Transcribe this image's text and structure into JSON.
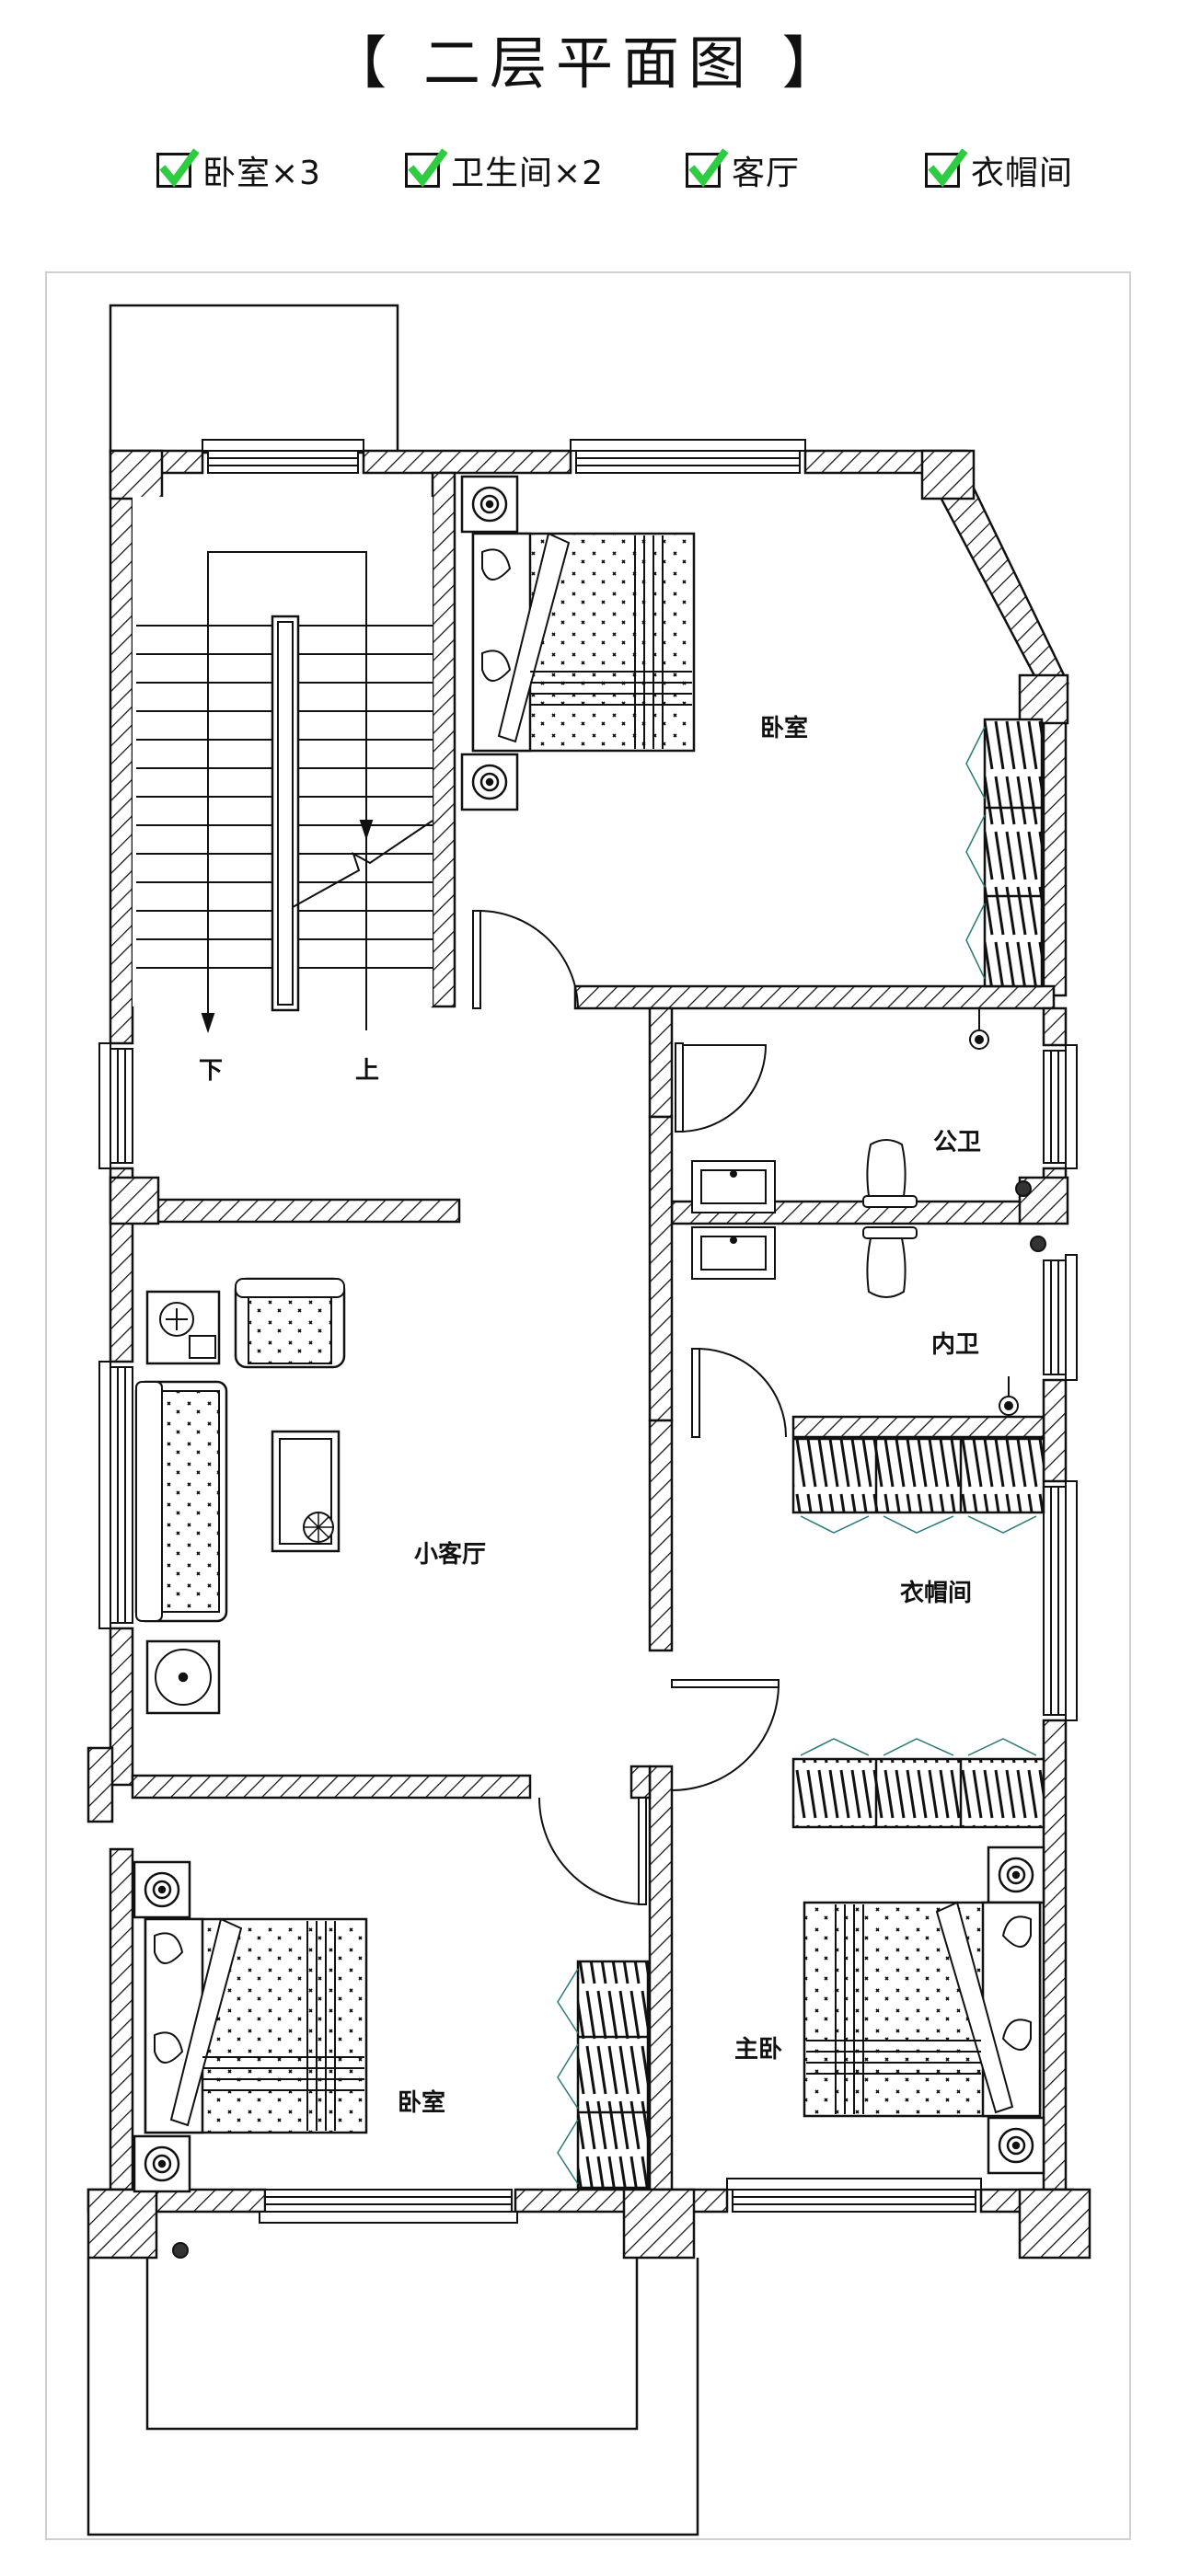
{
  "title": "【 二层平面图 】",
  "features": [
    {
      "label": "卧室×3",
      "checked": true
    },
    {
      "label": "卫生间×2",
      "checked": true
    },
    {
      "label": "客厅",
      "checked": true
    },
    {
      "label": "衣帽间",
      "checked": true
    }
  ],
  "check_color": "#2ecc40",
  "rooms": {
    "bedroom_top": "卧室",
    "public_bath": "公卫",
    "inner_bath": "内卫",
    "living": "小客厅",
    "closet": "衣帽间",
    "master": "主卧",
    "bedroom_bottom": "卧室"
  },
  "stairs": {
    "down": "下",
    "up": "上"
  }
}
